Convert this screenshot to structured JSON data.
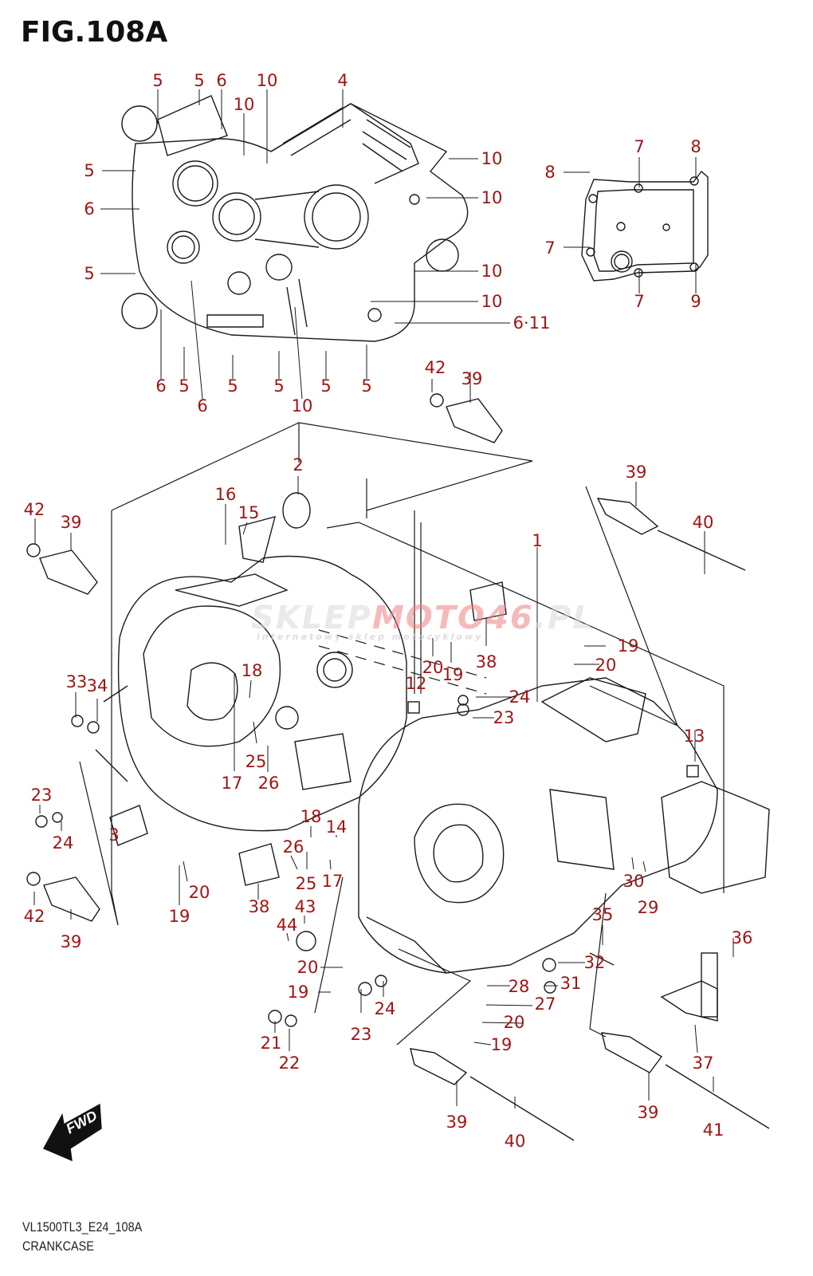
{
  "figure": {
    "title": "FIG.108A",
    "model_code": "VL1500TL3_E24_108A",
    "section_name": "CRANKCASE",
    "label_color": "#a01414",
    "direction_indicator": "FWD"
  },
  "watermark": {
    "brand_main": "SKLEP",
    "brand_accent": "MOTO46",
    "brand_tld": ".PL",
    "tagline": "internetowy sklep motocyklowy"
  },
  "groups": {
    "upper_crankcase_view": {
      "callouts": [
        {
          "ref": "5"
        },
        {
          "ref": "5"
        },
        {
          "ref": "6"
        },
        {
          "ref": "10"
        },
        {
          "ref": "10"
        },
        {
          "ref": "4"
        },
        {
          "ref": "5"
        },
        {
          "ref": "10"
        },
        {
          "ref": "6"
        },
        {
          "ref": "10"
        },
        {
          "ref": "5"
        },
        {
          "ref": "10"
        },
        {
          "ref": "10"
        },
        {
          "ref": "6·11"
        },
        {
          "ref": "6"
        },
        {
          "ref": "5"
        },
        {
          "ref": "5"
        },
        {
          "ref": "5"
        },
        {
          "ref": "5"
        },
        {
          "ref": "5"
        },
        {
          "ref": "6"
        },
        {
          "ref": "10"
        }
      ]
    },
    "cover_plate_view": {
      "callouts": [
        {
          "ref": "7"
        },
        {
          "ref": "8"
        },
        {
          "ref": "8"
        },
        {
          "ref": "7"
        },
        {
          "ref": "7"
        },
        {
          "ref": "9"
        }
      ]
    },
    "exploded_view": {
      "callouts": [
        {
          "ref": "42"
        },
        {
          "ref": "39"
        },
        {
          "ref": "2"
        },
        {
          "ref": "16"
        },
        {
          "ref": "15"
        },
        {
          "ref": "42"
        },
        {
          "ref": "39"
        },
        {
          "ref": "39"
        },
        {
          "ref": "40"
        },
        {
          "ref": "1"
        },
        {
          "ref": "20"
        },
        {
          "ref": "19"
        },
        {
          "ref": "38"
        },
        {
          "ref": "19"
        },
        {
          "ref": "20"
        },
        {
          "ref": "33"
        },
        {
          "ref": "34"
        },
        {
          "ref": "18"
        },
        {
          "ref": "12"
        },
        {
          "ref": "24"
        },
        {
          "ref": "23"
        },
        {
          "ref": "13"
        },
        {
          "ref": "25"
        },
        {
          "ref": "17"
        },
        {
          "ref": "26"
        },
        {
          "ref": "23"
        },
        {
          "ref": "24"
        },
        {
          "ref": "3"
        },
        {
          "ref": "18"
        },
        {
          "ref": "14"
        },
        {
          "ref": "26"
        },
        {
          "ref": "42"
        },
        {
          "ref": "20"
        },
        {
          "ref": "25"
        },
        {
          "ref": "17"
        },
        {
          "ref": "19"
        },
        {
          "ref": "38"
        },
        {
          "ref": "43"
        },
        {
          "ref": "39"
        },
        {
          "ref": "44"
        },
        {
          "ref": "30"
        },
        {
          "ref": "29"
        },
        {
          "ref": "35"
        },
        {
          "ref": "36"
        },
        {
          "ref": "20"
        },
        {
          "ref": "32"
        },
        {
          "ref": "19"
        },
        {
          "ref": "28"
        },
        {
          "ref": "31"
        },
        {
          "ref": "27"
        },
        {
          "ref": "24"
        },
        {
          "ref": "21"
        },
        {
          "ref": "23"
        },
        {
          "ref": "22"
        },
        {
          "ref": "20"
        },
        {
          "ref": "19"
        },
        {
          "ref": "37"
        },
        {
          "ref": "39"
        },
        {
          "ref": "39"
        },
        {
          "ref": "40"
        },
        {
          "ref": "41"
        }
      ]
    }
  }
}
